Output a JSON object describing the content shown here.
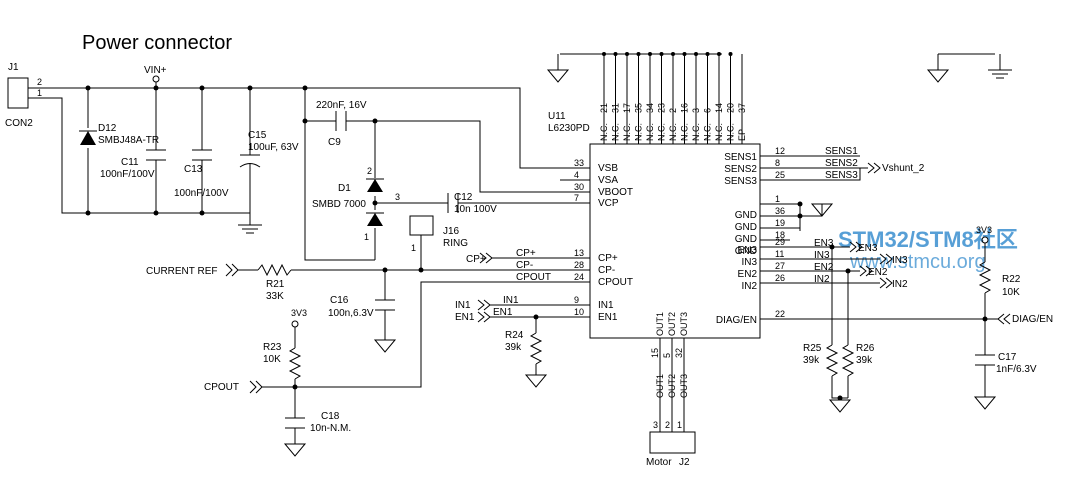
{
  "title": "Power connector",
  "watermark": {
    "text": "STM32/STM8社区",
    "url": "www.stmcu.org",
    "color": "#3a8fd0"
  },
  "connector_j1": {
    "ref": "J1",
    "value": "CON2",
    "pin_top": "2",
    "pin_bottom": "1"
  },
  "vin_label": "VIN+",
  "d12": {
    "ref": "D12",
    "value": "SMBJ48A-TR"
  },
  "c11": {
    "ref": "C11",
    "value": "100nF/100V"
  },
  "c13": {
    "ref": "C13",
    "value": "100nF/100V"
  },
  "c15": {
    "ref": "C15",
    "value": "100uF, 63V"
  },
  "c9": {
    "ref": "C9",
    "value": "220nF, 16V"
  },
  "d1": {
    "ref": "D1",
    "value": "SMBD 7000",
    "pin_a": "2",
    "pin_k": "1",
    "pin_c": "3"
  },
  "c12": {
    "ref": "C12",
    "value": "10n 100V"
  },
  "j16": {
    "ref": "J16",
    "value": "RING",
    "pin": "1"
  },
  "r21": {
    "ref": "R21",
    "value": "33K"
  },
  "c16": {
    "ref": "C16",
    "value": "100n,6.3V"
  },
  "r23": {
    "ref": "R23",
    "value": "10K",
    "supply": "3V3"
  },
  "c18": {
    "ref": "C18",
    "value": "10n-N.M."
  },
  "r24": {
    "ref": "R24",
    "value": "39k"
  },
  "r25": {
    "ref": "R25",
    "value": "39k"
  },
  "r26": {
    "ref": "R26",
    "value": "39k"
  },
  "r22": {
    "ref": "R22",
    "value": "10K",
    "supply": "3V3"
  },
  "c17": {
    "ref": "C17",
    "value": "1nF/6.3V"
  },
  "u11": {
    "ref": "U11",
    "value": "L6230PD"
  },
  "top_pins": [
    {
      "num": "21",
      "name": "N.C."
    },
    {
      "num": "31",
      "name": "N.C."
    },
    {
      "num": "17",
      "name": "N.C."
    },
    {
      "num": "35",
      "name": "N.C."
    },
    {
      "num": "34",
      "name": "N.C."
    },
    {
      "num": "23",
      "name": "N.C."
    },
    {
      "num": "2",
      "name": "N.C."
    },
    {
      "num": "16",
      "name": "N.C."
    },
    {
      "num": "3",
      "name": "N.C."
    },
    {
      "num": "6",
      "name": "N.C."
    },
    {
      "num": "14",
      "name": "N.C."
    },
    {
      "num": "20",
      "name": "N.C."
    },
    {
      "num": "37",
      "name": "EP"
    }
  ],
  "left_pins": [
    {
      "num": "33",
      "name": "VSB"
    },
    {
      "num": "4",
      "name": "VSA"
    },
    {
      "num": "30",
      "name": "VBOOT"
    },
    {
      "num": "7",
      "name": "VCP"
    },
    {
      "num": "13",
      "name": "CP+"
    },
    {
      "num": "28",
      "name": "CP-"
    },
    {
      "num": "24",
      "name": "CPOUT"
    },
    {
      "num": "9",
      "name": "IN1"
    },
    {
      "num": "10",
      "name": "EN1"
    }
  ],
  "right_pins": [
    {
      "num": "12",
      "name": "SENS1"
    },
    {
      "num": "8",
      "name": "SENS2"
    },
    {
      "num": "25",
      "name": "SENS3"
    },
    {
      "num": "1",
      "name": "GND"
    },
    {
      "num": "36",
      "name": "GND"
    },
    {
      "num": "19",
      "name": "GND"
    },
    {
      "num": "18",
      "name": "GND"
    },
    {
      "num": "29",
      "name": "EN3"
    },
    {
      "num": "11",
      "name": "IN3"
    },
    {
      "num": "27",
      "name": "EN2"
    },
    {
      "num": "26",
      "name": "IN2"
    },
    {
      "num": "22",
      "name": "DIAG/EN"
    }
  ],
  "bottom_pins": [
    {
      "num": "15",
      "name": "OUT1"
    },
    {
      "num": "5",
      "name": "OUT2"
    },
    {
      "num": "32",
      "name": "OUT3"
    }
  ],
  "nets": {
    "sens1": "SENS1",
    "sens2": "SENS2",
    "sens3": "SENS3",
    "vshunt": "Vshunt_2",
    "en3": "EN3",
    "in3": "IN3",
    "en2": "EN2",
    "in2": "IN2",
    "diag": "DIAG/EN",
    "cp_plus": "CP+",
    "cp_minus": "CP-",
    "cpout": "CPOUT",
    "in1": "IN1",
    "en1": "EN1",
    "current_ref": "CURRENT REF"
  },
  "motor": {
    "ref": "J2",
    "label": "Motor",
    "pins": [
      "3",
      "2",
      "1"
    ],
    "outs": [
      "OUT1",
      "OUT2",
      "OUT3"
    ]
  }
}
